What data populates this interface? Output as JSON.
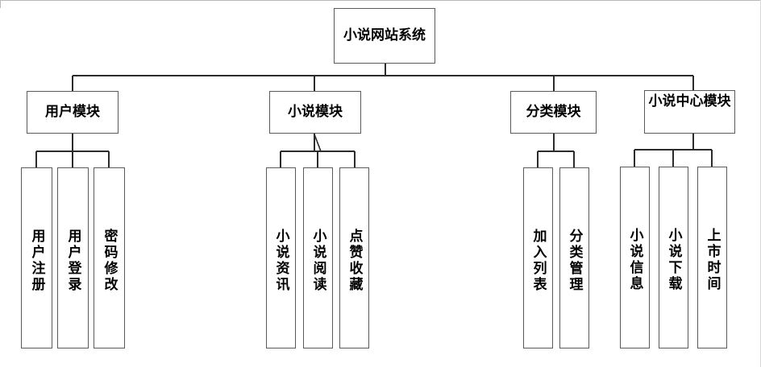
{
  "diagram": {
    "type": "tree",
    "title": "小说网站系统",
    "orientation": "top-down",
    "colors": {
      "box_border": "#5a5a5a",
      "connector": "#2b2b2b",
      "background": "#ffffff",
      "text": "#000000"
    },
    "root": {
      "label": "小说网站系统",
      "name": "root-node"
    },
    "modules": [
      {
        "name": "module-user",
        "label": "用户模块",
        "leaves": [
          {
            "name": "leaf-user-register",
            "label": "用户注册"
          },
          {
            "name": "leaf-user-login",
            "label": "用户登录"
          },
          {
            "name": "leaf-password-change",
            "label": "密码修改"
          }
        ]
      },
      {
        "name": "module-novel",
        "label": "小说模块",
        "leaves": [
          {
            "name": "leaf-novel-news",
            "label": "小说资讯"
          },
          {
            "name": "leaf-novel-reading",
            "label": "小说阅读"
          },
          {
            "name": "leaf-like-favorite",
            "label": "点赞收藏"
          }
        ]
      },
      {
        "name": "module-category",
        "label": "分类模块",
        "leaves": [
          {
            "name": "leaf-add-to-list",
            "label": "加入列表"
          },
          {
            "name": "leaf-category-manage",
            "label": "分类管理"
          }
        ]
      },
      {
        "name": "module-novel-center",
        "label": "小说中心模块",
        "leaves": [
          {
            "name": "leaf-novel-info",
            "label": "小说信息"
          },
          {
            "name": "leaf-novel-download",
            "label": "小说下载"
          },
          {
            "name": "leaf-release-time",
            "label": "上市时间"
          }
        ]
      }
    ]
  }
}
